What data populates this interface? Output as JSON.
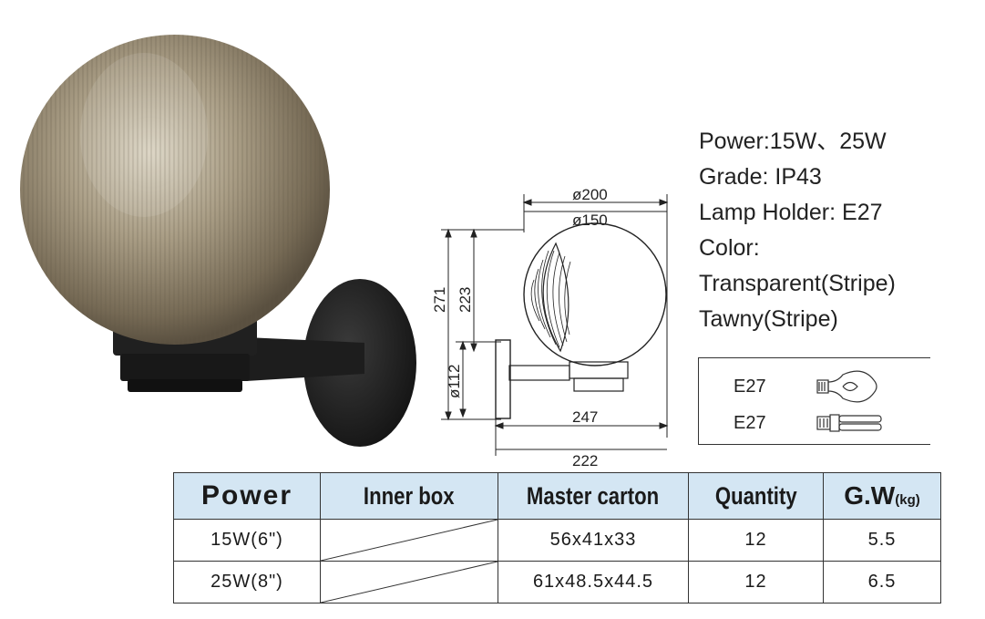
{
  "specs": [
    "Power:15W、25W",
    "Grade: IP43",
    "Lamp Holder: E27",
    "Color:",
    "Transparent(Stripe)",
    "Tawny(Stripe)"
  ],
  "drawing": {
    "dia_outer": "ø200",
    "dia_inner": "ø150",
    "height_total": "271",
    "height_center": "223",
    "base_dia": "ø112",
    "width_247": "247",
    "width_222": "222"
  },
  "bulbs": [
    {
      "label": "E27",
      "icon": "incandescent-bulb-icon"
    },
    {
      "label": "E27",
      "icon": "compact-fluorescent-bulb-icon"
    }
  ],
  "table": {
    "headers": {
      "power": "Power",
      "inner_box": "Inner box",
      "master_carton": "Master carton",
      "quantity": "Quantity",
      "gw": "G.W",
      "gw_unit": "(kg)"
    },
    "rows": [
      {
        "power": "15W(6\")",
        "inner_box": "",
        "master_carton": "56x41x33",
        "quantity": "12",
        "gw": "5.5"
      },
      {
        "power": "25W(8\")",
        "inner_box": "",
        "master_carton": "61x48.5x44.5",
        "quantity": "12",
        "gw": "6.5"
      }
    ]
  },
  "colors": {
    "header_bg": "#d4e6f3",
    "globe_tawny": "#8c8068",
    "bracket": "#1c1c1c"
  }
}
